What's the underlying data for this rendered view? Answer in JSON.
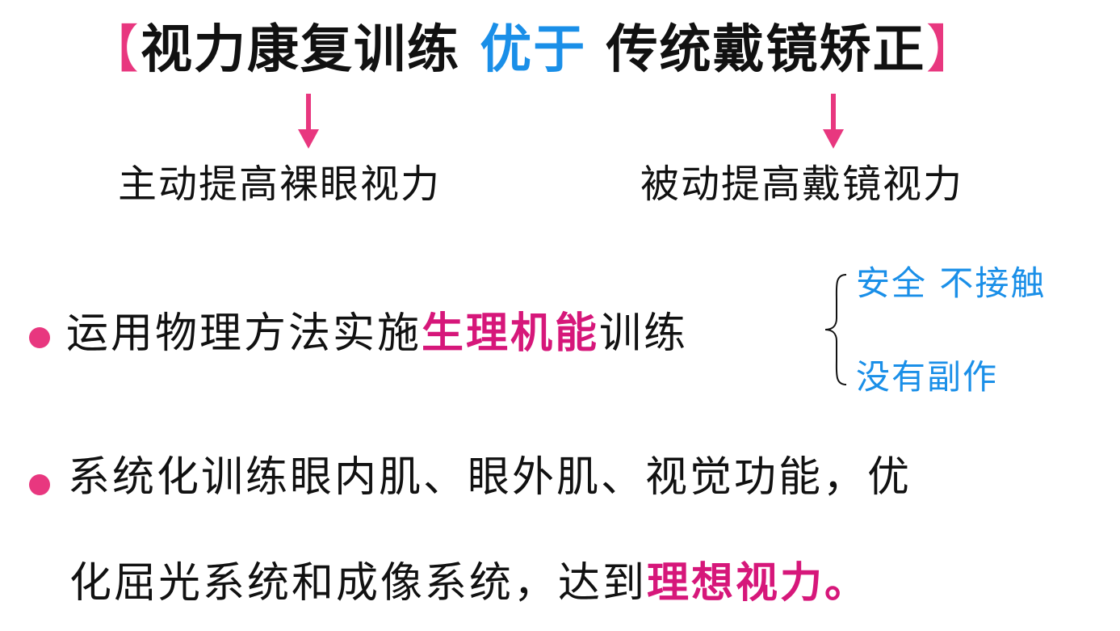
{
  "title": {
    "open_bracket": "【",
    "left": "视力康复训练",
    "middle": "优于",
    "right": "传统戴镜矫正",
    "close_bracket": "】"
  },
  "compare": {
    "left": "主动提高裸眼视力",
    "right": "被动提高戴镜视力"
  },
  "bullet1": {
    "prefix": "运用物理方法实施",
    "highlight": "生理机能",
    "suffix": "训练",
    "notes": [
      "安全 不接触",
      "没有副作"
    ]
  },
  "bullet2": {
    "line1": "系统化训练眼内肌、眼外肌、视觉功能，优",
    "line2_prefix": "化屈光系统和成像系统，达到",
    "line2_highlight": "理想视力",
    "line2_suffix": "。"
  },
  "colors": {
    "accent_pink": "#e8377f",
    "accent_magenta": "#d6177a",
    "accent_blue": "#1a8fe8",
    "text": "#111111"
  }
}
